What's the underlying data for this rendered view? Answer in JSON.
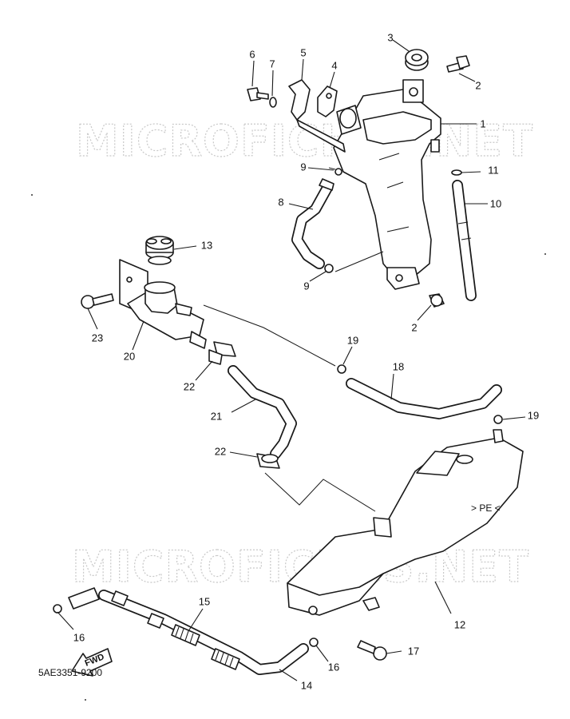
{
  "diagram": {
    "watermarks": [
      "MICROFICHES.NET",
      "MICROFICHES.NET"
    ],
    "catalog_code": "5AE3351-9200",
    "direction_label": "FWD",
    "tank_marking": "> PE <",
    "callouts": {
      "c1": "1",
      "c2a": "2",
      "c2b": "2",
      "c3": "3",
      "c4": "4",
      "c5": "5",
      "c6": "6",
      "c7": "7",
      "c8": "8",
      "c9a": "9",
      "c9b": "9",
      "c10": "10",
      "c11": "11",
      "c12": "12",
      "c13": "13",
      "c14": "14",
      "c15": "15",
      "c16a": "16",
      "c16b": "16",
      "c17": "17",
      "c18": "18",
      "c19a": "19",
      "c19b": "19",
      "c20": "20",
      "c21": "21",
      "c22a": "22",
      "c22b": "22",
      "c23": "23"
    }
  }
}
